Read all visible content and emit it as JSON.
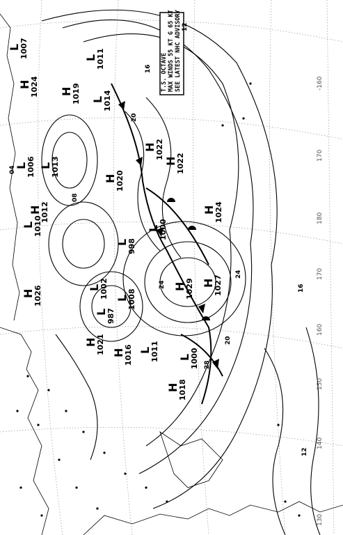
{
  "advisory": {
    "line1": "T.S. OCTAVE",
    "line2": "MAX WINDS 55 KT G 65 KT",
    "line3": "SEE LATEST NHC ADVISORY"
  },
  "longitude_labels": [
    "-160",
    "170",
    "180",
    "170",
    "160",
    "150",
    "140",
    "130"
  ],
  "centers": [
    {
      "type": "H",
      "pressure": "1029"
    },
    {
      "type": "H",
      "pressure": "1027"
    },
    {
      "type": "H",
      "pressure": "1024"
    },
    {
      "type": "H",
      "pressure": "1022"
    },
    {
      "type": "H",
      "pressure": "1022"
    },
    {
      "type": "H",
      "pressure": "1020"
    },
    {
      "type": "H",
      "pressure": "1019"
    },
    {
      "type": "L",
      "pressure": "1014"
    },
    {
      "type": "L",
      "pressure": "1011"
    },
    {
      "type": "L",
      "pressure": "1000"
    },
    {
      "type": "H",
      "pressure": "1026"
    },
    {
      "type": "L",
      "pressure": "1002"
    },
    {
      "type": "L",
      "pressure": "998"
    },
    {
      "type": "L",
      "pressure": "987"
    },
    {
      "type": "L",
      "pressure": "1008"
    },
    {
      "type": "H",
      "pressure": "1021"
    },
    {
      "type": "H",
      "pressure": "1016"
    },
    {
      "type": "L",
      "pressure": "1011"
    },
    {
      "type": "L",
      "pressure": "1000"
    },
    {
      "type": "H",
      "pressure": "1018"
    },
    {
      "type": "L",
      "pressure": "1006"
    },
    {
      "type": "L",
      "pressure": "1010"
    },
    {
      "type": "H",
      "pressure": "1012"
    },
    {
      "type": "L",
      "pressure": "1013"
    },
    {
      "type": "H",
      "pressure": "1024"
    },
    {
      "type": "L",
      "pressure": "1007"
    }
  ],
  "isobar_labels": [
    "12",
    "16",
    "20",
    "24",
    "28",
    "04",
    "08",
    "12",
    "16",
    "20",
    "24"
  ]
}
